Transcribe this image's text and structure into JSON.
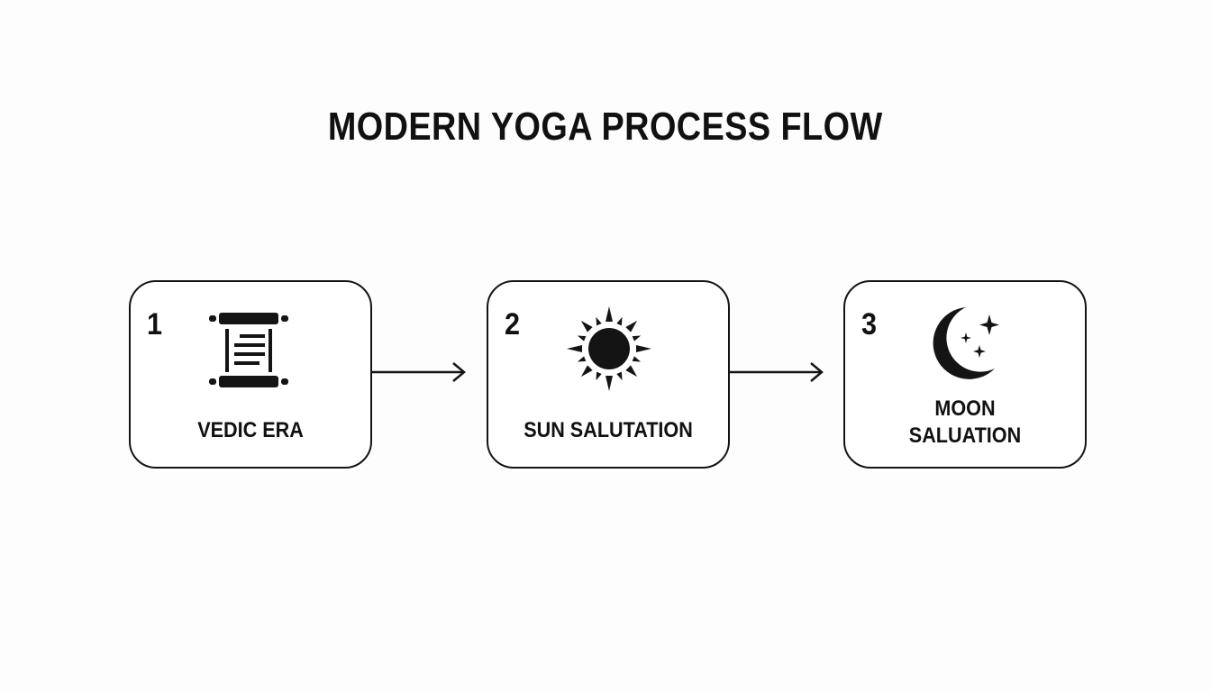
{
  "title": "MODERN YOGA PROCESS FLOW",
  "colors": {
    "background": "#fdfdfd",
    "stroke": "#141414",
    "text": "#111111",
    "box_fill": "#ffffff"
  },
  "steps": [
    {
      "number": "1",
      "icon": "scroll-icon",
      "label": "VEDIC ERA"
    },
    {
      "number": "2",
      "icon": "sun-icon",
      "label": "SUN SALUTATION"
    },
    {
      "number": "3",
      "icon": "moon-stars-icon",
      "label_line1": "MOON",
      "label_line2": "SALUATION"
    }
  ],
  "connectors": [
    {
      "from": "1",
      "to": "2",
      "icon": "arrow-right-icon"
    },
    {
      "from": "2",
      "to": "3",
      "icon": "arrow-right-icon"
    }
  ]
}
